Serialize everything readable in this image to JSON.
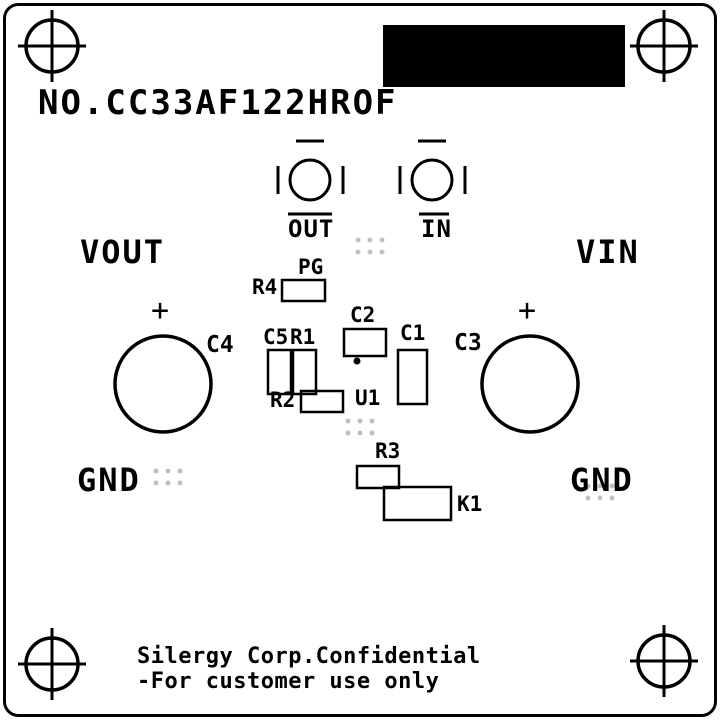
{
  "board": {
    "part_number": "NO.CC33AF122HROF",
    "footer_line1": "Silergy Corp.Confidential",
    "footer_line2": "-For customer use only"
  },
  "terminals": {
    "out": "OUT",
    "in": "IN",
    "vout": "VOUT",
    "vin": "VIN",
    "gnd_left": "GND",
    "gnd_right": "GND",
    "plus_left": "+",
    "plus_right": "+"
  },
  "components": {
    "r4": "R4",
    "pg": "PG",
    "c2": "C2",
    "c5": "C5",
    "r1": "R1",
    "c1": "C1",
    "c4": "C4",
    "c3": "C3",
    "r2": "R2",
    "u1": "U1",
    "r3": "R3",
    "k1": "K1"
  },
  "colors": {
    "silkscreen": "#000000",
    "board_background": "#ffffff",
    "label_block": "#000000",
    "via_dots": "#c0c0c0"
  }
}
